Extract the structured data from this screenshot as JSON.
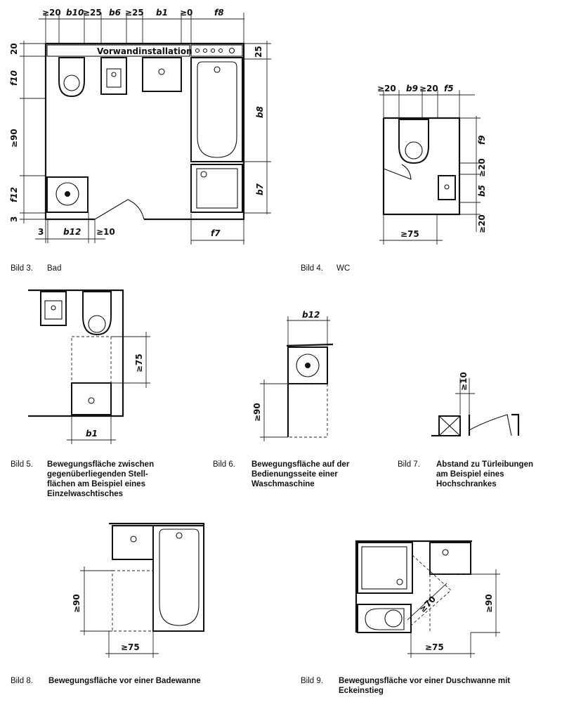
{
  "figures": {
    "bild3": {
      "number": "Bild 3.",
      "title": "Bad",
      "top_dims": [
        "≥20",
        "b10",
        "≥25",
        "b6",
        "≥25",
        "b1",
        "≥0",
        "f8"
      ],
      "banner": "Vorwandinstallation",
      "left_dims": [
        "20",
        "f10",
        "≥90",
        "f12",
        "3"
      ],
      "right_dims": [
        "25",
        "b8",
        "b7"
      ],
      "bottom_dims": [
        "3",
        "b12",
        "≥10",
        "f7"
      ]
    },
    "bild4": {
      "number": "Bild 4.",
      "title": "WC",
      "top_dims": [
        "≥20",
        "b9",
        "≥20",
        "f5"
      ],
      "right_dims": [
        "f9",
        "≥20",
        "b5",
        "≥20"
      ],
      "bottom_dims": [
        "≥75"
      ]
    },
    "bild5": {
      "number": "Bild 5.",
      "caption": [
        "Bewegungsfläche zwischen",
        "gegenüberliegenden Stell-",
        "flächen am Beispiel eines",
        "Einzelwaschtisches"
      ],
      "dims": [
        "≥75",
        "b1"
      ]
    },
    "bild6": {
      "number": "Bild 6.",
      "caption": [
        "Bewegungsfläche auf der",
        "Bedienungsseite einer",
        "Waschmaschine"
      ],
      "dims": [
        "b12",
        "≥90"
      ]
    },
    "bild7": {
      "number": "Bild 7.",
      "caption": [
        "Abstand zu Türleibungen",
        "am Beispiel eines",
        "Hochschrankes"
      ],
      "dims": [
        "≥10"
      ]
    },
    "bild8": {
      "number": "Bild 8.",
      "caption": [
        "Bewegungsfläche vor einer Badewanne"
      ],
      "dims": [
        "≥90",
        "≥75"
      ]
    },
    "bild9": {
      "number": "Bild 9.",
      "caption": [
        "Bewegungsfläche vor einer Duschwanne mit",
        "Eckeinstieg"
      ],
      "dims": [
        "≥70",
        "≥90",
        "≥75"
      ]
    }
  }
}
